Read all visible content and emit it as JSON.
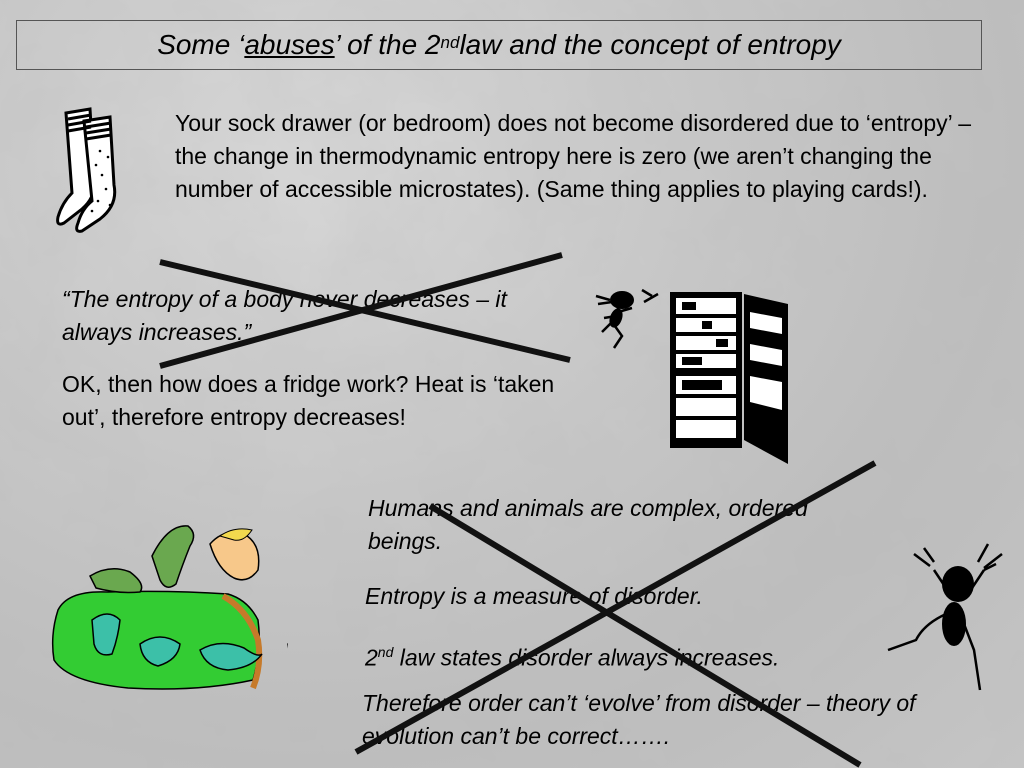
{
  "title": {
    "prefix": "Some ‘",
    "underlined": "abuses",
    "middle": "’ of the 2",
    "superscript": "nd",
    "suffix": " law and the concept of entropy"
  },
  "sock_paragraph": "Your sock drawer (or bedroom) does not become disordered due to ‘entropy’ – the change in thermodynamic entropy here is zero (we aren’t changing the number of accessible microstates). (Same thing applies to playing cards!).",
  "quote": "“The entropy of a body never decreases – it always increases.”",
  "fridge_question": "OK, then how does a fridge work? Heat is ‘taken out’, therefore entropy decreases!",
  "evolution": {
    "line1": "Humans and animals are complex, ordered beings.",
    "line2": "Entropy is a measure of disorder.",
    "line3_prefix": "2",
    "line3_sup": "nd",
    "line3_suffix": " law states disorder always increases.",
    "line4": "Therefore order can’t ‘evolve’ from disorder – theory of evolution can’t be correct……."
  },
  "colors": {
    "cross": "#111111",
    "frog_green": "#4caf50",
    "grass": "#33cc33"
  },
  "icons": [
    "socks-icon",
    "stick-figure-icon",
    "fridge-icon",
    "evolution-animals-icon",
    "screaming-figure-icon"
  ]
}
